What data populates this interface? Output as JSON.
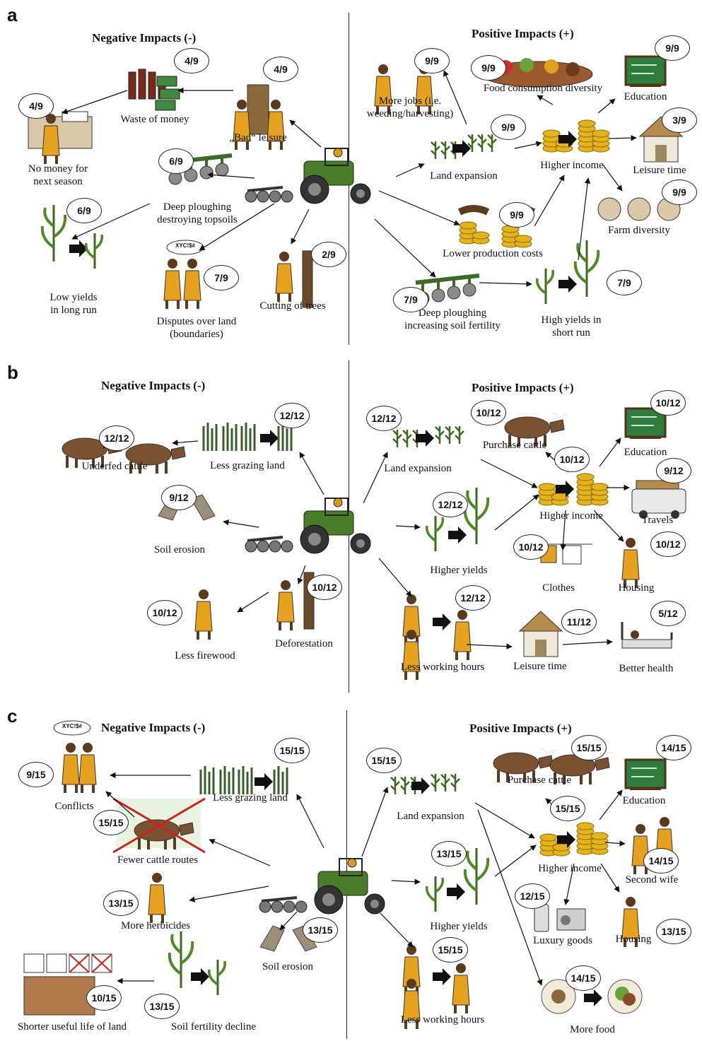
{
  "panels": {
    "a": {
      "letter": "a",
      "neg_title": "Negative Impacts (-)",
      "pos_title": "Positive Impacts (+)",
      "neg": [
        {
          "label": "Waste of money",
          "score": "4/9"
        },
        {
          "label": "„Bad“ leisure",
          "score": "4/9"
        },
        {
          "label": "No money for\nnext season",
          "score": "4/9"
        },
        {
          "label": "Deep ploughing\ndestroying topsoils",
          "score": "6/9"
        },
        {
          "label": "Low yields\nin long run",
          "score": "6/9"
        },
        {
          "label": "Disputes over land\n(boundaries)",
          "score": "7/9"
        },
        {
          "label": "Cutting of trees",
          "score": "2/9"
        }
      ],
      "pos": [
        {
          "label": "More jobs (i.e.\nweeding/harvesting)",
          "score": "9/9"
        },
        {
          "label": "Food consumption diversity",
          "score": "9/9"
        },
        {
          "label": "Education",
          "score": "9/9"
        },
        {
          "label": "Land expansion",
          "score": "9/9"
        },
        {
          "label": "Higher income",
          "score": ""
        },
        {
          "label": "Leisure time",
          "score": "3/9"
        },
        {
          "label": "Farm diversity",
          "score": "9/9"
        },
        {
          "label": "Lower production costs",
          "score": "9/9"
        },
        {
          "label": "Deep ploughing\nincreasing soil fertility",
          "score": "7/9"
        },
        {
          "label": "High yields in\nshort run",
          "score": "7/9"
        }
      ],
      "speech": "XYC!$#"
    },
    "b": {
      "letter": "b",
      "neg_title": "Negative Impacts (-)",
      "pos_title": "Positive Impacts (+)",
      "neg": [
        {
          "label": "Underfed cattle",
          "score": "12/12"
        },
        {
          "label": "Less grazing land",
          "score": "12/12"
        },
        {
          "label": "Soil erosion",
          "score": "9/12"
        },
        {
          "label": "Less firewood",
          "score": "10/12"
        },
        {
          "label": "Deforestation",
          "score": "10/12"
        }
      ],
      "pos": [
        {
          "label": "Land expansion",
          "score": "12/12"
        },
        {
          "label": "Purchase cattle",
          "score": "10/12"
        },
        {
          "label": "Education",
          "score": "10/12"
        },
        {
          "label": "Higher income",
          "score": "10/12"
        },
        {
          "label": "Travels",
          "score": "9/12"
        },
        {
          "label": "Higher yields",
          "score": "12/12"
        },
        {
          "label": "Clothes",
          "score": "10/12"
        },
        {
          "label": "Housing",
          "score": "10/12"
        },
        {
          "label": "Less working hours",
          "score": "12/12"
        },
        {
          "label": "Leisure time",
          "score": "11/12"
        },
        {
          "label": "Better health",
          "score": "5/12"
        }
      ]
    },
    "c": {
      "letter": "c",
      "neg_title": "Negative Impacts (-)",
      "pos_title": "Positive Impacts (+)",
      "neg": [
        {
          "label": "Conflicts",
          "score": "9/15"
        },
        {
          "label": "Less grazing land",
          "score": "15/15"
        },
        {
          "label": "Fewer cattle routes",
          "score": "15/15"
        },
        {
          "label": "More herbicides",
          "score": "13/15"
        },
        {
          "label": "Soil erosion",
          "score": "13/15"
        },
        {
          "label": "Shorter useful life of land",
          "score": "10/15"
        },
        {
          "label": "Soil fertility decline",
          "score": "13/15"
        }
      ],
      "pos": [
        {
          "label": "Land expansion",
          "score": "15/15"
        },
        {
          "label": "Purchase cattle",
          "score": "15/15"
        },
        {
          "label": "Education",
          "score": "14/15"
        },
        {
          "label": "Higher income",
          "score": "15/15"
        },
        {
          "label": "Second wife",
          "score": "14/15"
        },
        {
          "label": "Higher yields",
          "score": "13/15"
        },
        {
          "label": "Luxury goods",
          "score": "12/15"
        },
        {
          "label": "Housing",
          "score": "13/15"
        },
        {
          "label": "Less working hours",
          "score": "15/15"
        },
        {
          "label": "More food",
          "score": "14/15"
        }
      ],
      "speech": "XYC!$#"
    }
  }
}
